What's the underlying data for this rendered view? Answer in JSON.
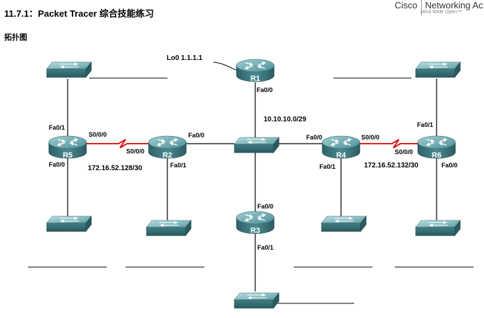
{
  "header": {
    "title": "11.7.1：Packet Tracer 综合技能练习",
    "subtitle": "拓扑图",
    "brand_name": "Cisco",
    "brand_product": "Networking Ac",
    "brand_tagline": "Mind Wide Open™"
  },
  "diagram": {
    "routers": {
      "r1": "R1",
      "r2": "R2",
      "r3": "R3",
      "r4": "R4",
      "r5": "R5",
      "r6": "R6"
    },
    "labels": {
      "lo0": "Lo0 1.1.1.1",
      "r1_fa00": "Fa0/0",
      "r5_fa01": "Fa0/1",
      "r5_s000": "S0/0/0",
      "r5_fa00": "Fa0/0",
      "r2_s000": "S0/0/0",
      "r2_fa00": "Fa0/0",
      "r2_fa01": "Fa0/1",
      "r4_fa00": "Fa0/0",
      "r4_s000": "S0/0/0",
      "r4_fa01": "Fa0/1",
      "r6_fa01": "Fa0/1",
      "r6_s000": "S0/0/0",
      "r6_fa00": "Fa0/0",
      "r3_fa00": "Fa0/0",
      "r3_fa01": "Fa0/1"
    },
    "networks": {
      "center_lan": "10.10.10.0/29",
      "left_serial": "172.16.52.128/30",
      "right_serial": "172.16.52.132/30"
    },
    "colors": {
      "router_body": "#3f7f86",
      "switch_body": "#4e8f94",
      "serial_link": "#dd0000",
      "ethernet_link": "#000000"
    }
  }
}
